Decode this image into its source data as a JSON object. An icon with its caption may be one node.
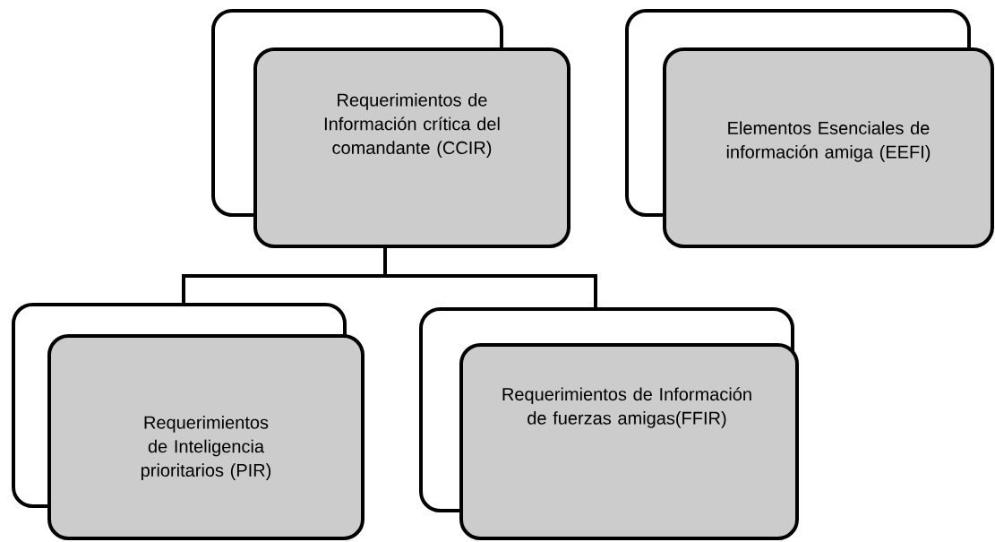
{
  "diagram": {
    "nodes": [
      {
        "text": [
          "Requerimientos de Información crítica del comandante (CCIR)"
        ]
      },
      {
        "text": [
          "Elementos Esenciales de información amiga (EEFI)"
        ]
      },
      {
        "text": [
          "Requerimientos de Inteligencia prioritarios (PIR)"
        ]
      },
      {
        "text": [
          "Requerimientos de Información de fuerzas amigas(FFIR)"
        ]
      }
    ],
    "edges": [
      {
        "from": 0,
        "to": 2,
        "arrow": "none"
      },
      {
        "from": 0,
        "to": 3,
        "arrow": "none"
      }
    ]
  }
}
